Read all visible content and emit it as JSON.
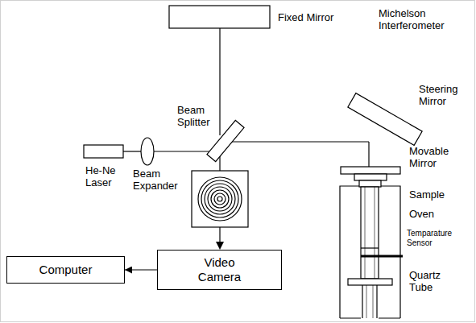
{
  "diagram": {
    "title": "Michelson Interferometer",
    "nodes": [
      {
        "text": [
          "Computer"
        ]
      },
      {
        "text": [
          "Video Camera"
        ]
      }
    ],
    "edges": [
      {
        "from": 1,
        "to": 0,
        "arrow": "to"
      }
    ],
    "labels": [
      "Fixed Mirror",
      "Beam Splitter",
      "He-Ne Laser",
      "Beam Expander",
      "Steering Mirror",
      "Movable Mirror",
      "Sample",
      "Oven",
      "Temparature Sensor",
      "Quartz Tube"
    ]
  }
}
